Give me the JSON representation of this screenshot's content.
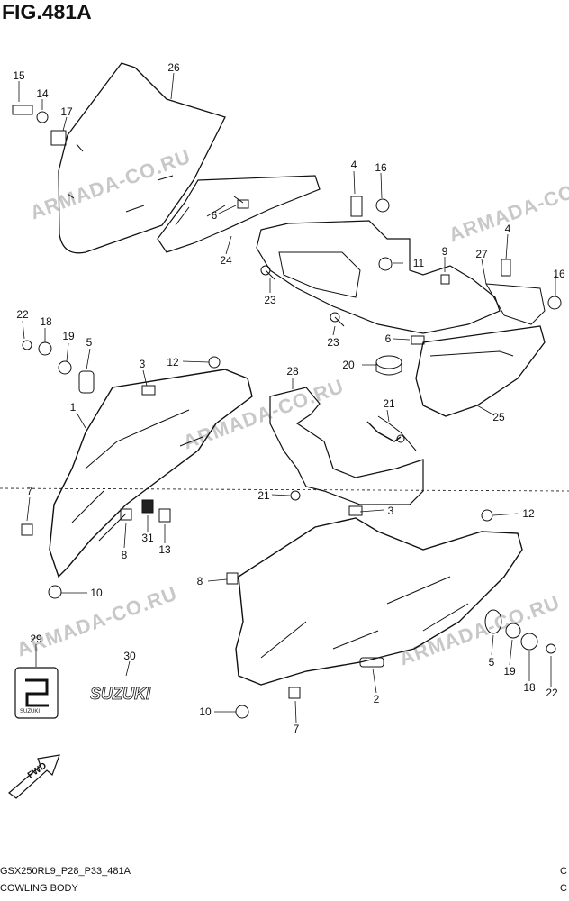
{
  "figure_title": "FIG.481A",
  "watermark_text": "ARMADA-CO.RU",
  "footer": {
    "code": "GSX250RL9_P28_P33_481A",
    "name": "COWLING BODY",
    "edge_mark_1": "C",
    "edge_mark_2": "C"
  },
  "logo_text": "SUZUKI",
  "fwd_label": "FWD",
  "callouts": {
    "n15": "15",
    "n14": "14",
    "n17": "17",
    "n26": "26",
    "n6a": "6",
    "n24": "24",
    "n4a": "4",
    "n16a": "16",
    "n11": "11",
    "n23a": "23",
    "n9": "9",
    "n27": "27",
    "n4b": "4",
    "n16b": "16",
    "n23b": "23",
    "n6b": "6",
    "n22a": "22",
    "n18a": "18",
    "n19a": "19",
    "n5a": "5",
    "n3a": "3",
    "n12a": "12",
    "n28": "28",
    "n20": "20",
    "n25": "25",
    "n1": "1",
    "n21a": "21",
    "n7a": "7",
    "n8a": "8",
    "n31": "31",
    "n13": "13",
    "n21b": "21",
    "n3b": "3",
    "n12b": "12",
    "n10a": "10",
    "n8b": "8",
    "n29": "29",
    "n30": "30",
    "n5b": "5",
    "n19b": "19",
    "n18b": "18",
    "n22b": "22",
    "n2": "2",
    "n10b": "10",
    "n7b": "7"
  },
  "colors": {
    "line": "#111111",
    "watermark": "#c8c8c8"
  }
}
